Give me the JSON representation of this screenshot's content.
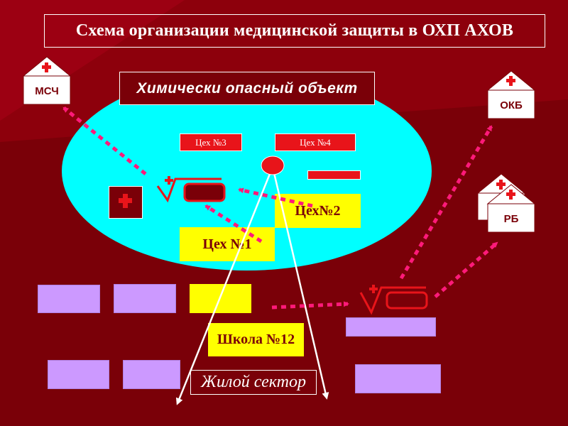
{
  "title": "Схема организации медицинской защиты в ОХП  АХОВ",
  "object_label": "Химически  опасный  объект",
  "shops": {
    "shop3": "Цех №3",
    "shop4": "Цех №4",
    "shop2": "Цех№2",
    "shop1": "Цех №1"
  },
  "school": "Школа №12",
  "residential": "Жилой сектор",
  "hospitals": {
    "msch": "МСЧ",
    "okb": "ОКБ",
    "rb": "РБ"
  },
  "icons": [
    "hospital-building-icon",
    "red-cross-icon",
    "ambulance-icon",
    "accident-source-icon",
    "evacuation-arrow-icon"
  ],
  "colors": {
    "background": "#7a0008",
    "object_area": "#00ffff",
    "workshop_small": "#e8141a",
    "workshop_large": "#ffff00",
    "residential_buildings": "#cc99ff",
    "evacuation_route": "#ff1a7a",
    "contamination_spread": "#ffffff"
  }
}
